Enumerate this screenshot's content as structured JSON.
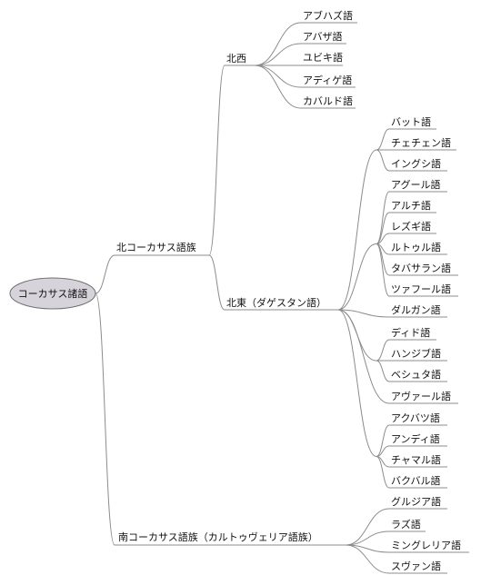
{
  "root": "コーカサス諸語",
  "colors": {
    "root_fill": "#d6d3db",
    "root_stroke": "#6e6e6e",
    "line": "#8c8c8c",
    "text": "#111111"
  },
  "families": [
    {
      "label": "北コーカサス語族",
      "branches": [
        {
          "label": "北西",
          "languages": [
            "アブハズ語",
            "アバザ語",
            "ユビキ語",
            "アディゲ語",
            "カバルド語"
          ]
        },
        {
          "label": "北東（ダゲスタン語）",
          "groups": [
            [
              "バット語",
              "チェチェン語",
              "イングシ語"
            ],
            [
              "アグール語",
              "アルチ語",
              "レズギ語",
              "ルトゥル語",
              "タバサラン語",
              "ツァフール語"
            ],
            [
              "ダルガン語"
            ],
            [
              "ディド語",
              "ハンジブ語",
              "ベシュタ語"
            ],
            [
              "アヴァール語"
            ],
            [
              "アクバツ語",
              "アンディ語",
              "チャマル語",
              "バクバル語"
            ]
          ]
        }
      ]
    },
    {
      "label": "南コーカサス語族（カルトゥヴェリア語族）",
      "languages": [
        "グルジア語",
        "ラズ語",
        "ミングレリア語",
        "スヴァン語"
      ]
    }
  ]
}
